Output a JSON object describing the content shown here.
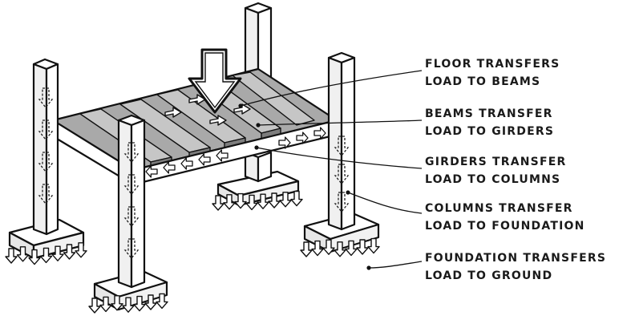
{
  "labels": [
    {
      "line1": "FLOOR TRANSFERS",
      "line2": "LOAD TO BEAMS"
    },
    {
      "line1": "BEAMS TRANSFER",
      "line2": "LOAD TO GIRDERS"
    },
    {
      "line1": "GIRDERS TRANSFER",
      "line2": "LOAD TO COLUMNS"
    },
    {
      "line1": "COLUMNS TRANSFER",
      "line2": "LOAD TO FOUNDATION"
    },
    {
      "line1": "FOUNDATION TRANSFERS",
      "line2": "LOAD TO GROUND"
    }
  ],
  "colors": {
    "ink": "#111111",
    "deck": "#a9a9a9",
    "deck_dark": "#8c8c8c",
    "member": "#ffffff",
    "shadow": "#d9d9d9"
  }
}
